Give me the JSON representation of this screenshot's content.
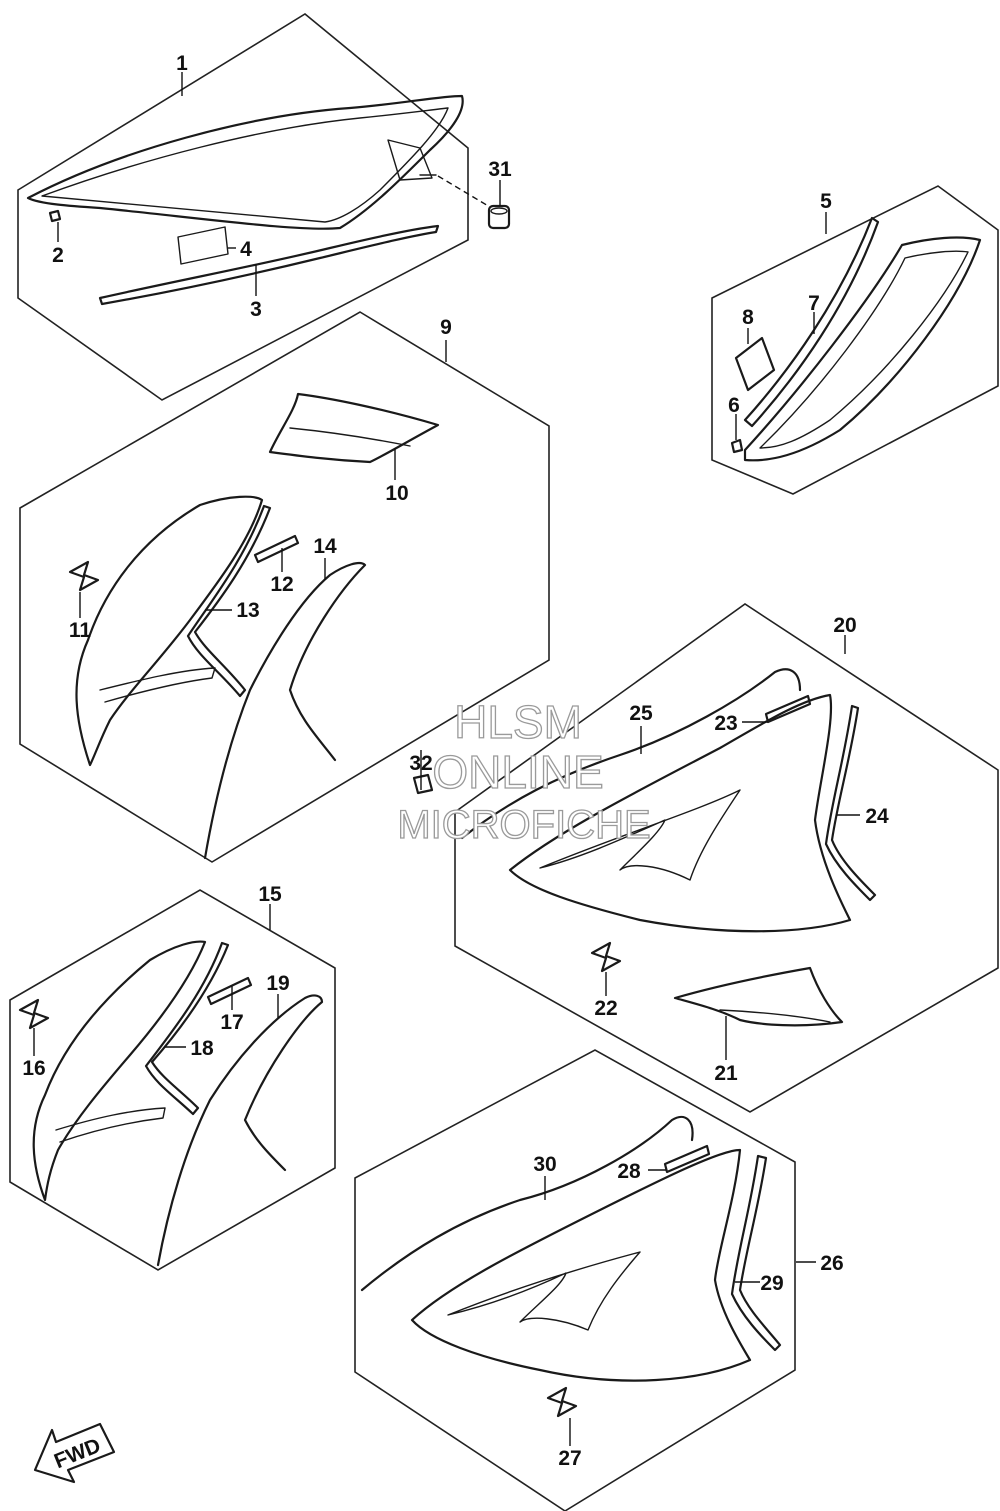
{
  "labels": {
    "p1": "1",
    "p2": "2",
    "p3": "3",
    "p4": "4",
    "p5": "5",
    "p6": "6",
    "p7": "7",
    "p8": "8",
    "p9": "9",
    "p10": "10",
    "p11": "11",
    "p12": "12",
    "p13": "13",
    "p14": "14",
    "p15": "15",
    "p16": "16",
    "p17": "17",
    "p18": "18",
    "p19": "19",
    "p20": "20",
    "p21": "21",
    "p22": "22",
    "p23": "23",
    "p24": "24",
    "p25": "25",
    "p26": "26",
    "p27": "27",
    "p28": "28",
    "p29": "29",
    "p30": "30",
    "p31": "31",
    "p32": "32"
  },
  "watermark": {
    "line1": "HLSM",
    "line2": "ONLINE",
    "line3": "MICROFICHE"
  },
  "direction_badge": "FWD",
  "colors": {
    "ink": "#1a1a1a",
    "watermark_outline": "#9a9a9a",
    "background": "#ffffff"
  }
}
